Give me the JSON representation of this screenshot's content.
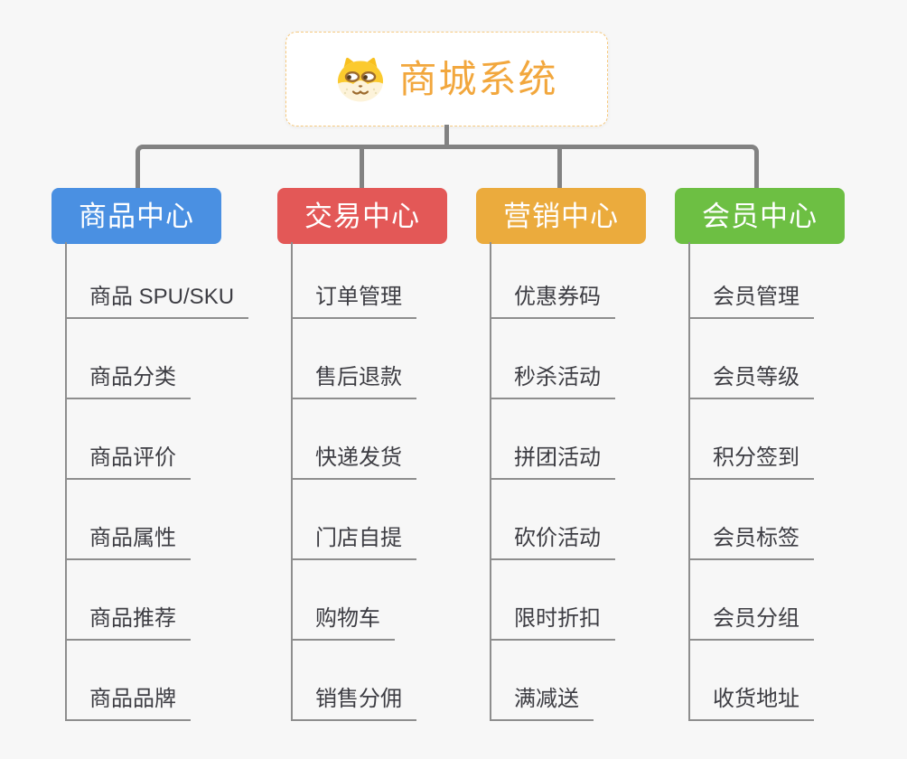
{
  "app": {
    "background": "#f7f7f7",
    "connector_color": "#828282",
    "branch_line_color": "#8e8e8e",
    "topic_text_color": "#3d3d43"
  },
  "root": {
    "id": "mall-system",
    "label": "商城系统",
    "icon": "dog-face-icon",
    "text_color": "#f2a73d",
    "border_color": "#f6c97f",
    "background": "#ffffff"
  },
  "branches": [
    {
      "id": "product-center",
      "label": "商品中心",
      "color": "#4a90e2",
      "children": [
        "商品 SPU/SKU",
        "商品分类",
        "商品评价",
        "商品属性",
        "商品推荐",
        "商品品牌"
      ]
    },
    {
      "id": "trade-center",
      "label": "交易中心",
      "color": "#e35857",
      "children": [
        "订单管理",
        "售后退款",
        "快递发货",
        "门店自提",
        "购物车",
        "销售分佣"
      ]
    },
    {
      "id": "marketing-center",
      "label": "营销中心",
      "color": "#ebab3d",
      "children": [
        "优惠券码",
        "秒杀活动",
        "拼团活动",
        "砍价活动",
        "限时折扣",
        "满减送"
      ]
    },
    {
      "id": "member-center",
      "label": "会员中心",
      "color": "#6dbf43",
      "children": [
        "会员管理",
        "会员等级",
        "积分签到",
        "会员标签",
        "会员分组",
        "收货地址"
      ]
    }
  ]
}
